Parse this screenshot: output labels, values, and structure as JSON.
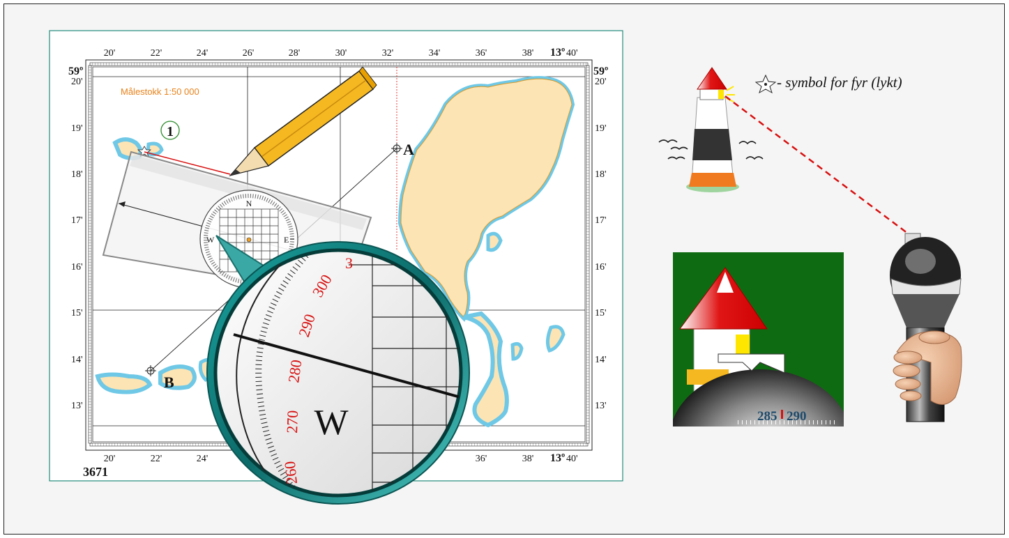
{
  "map": {
    "top_lon_labels": [
      "20'",
      "22'",
      "24'",
      "26'",
      "28'",
      "30'",
      "32'",
      "34'",
      "36'",
      "38'"
    ],
    "bottom_lon_labels": [
      "20'",
      "22'",
      "24'",
      "36'",
      "38'"
    ],
    "corner_lon_deg": "13º",
    "corner_lon_min": "40'",
    "lat_deg": "59º",
    "lat_min_top": "20'",
    "lat_labels": [
      "19'",
      "18'",
      "17'",
      "16'",
      "15'",
      "14'",
      "13'"
    ],
    "chart_number": "3671",
    "scale_label": "Målestokk 1:50 000",
    "marker_number": "1",
    "point_a": "A",
    "point_b": "B",
    "compass_n": "N",
    "compass_w": "W",
    "compass_e": "E"
  },
  "magnifier": {
    "bearings": [
      "300",
      "290",
      "280",
      "270",
      "260"
    ],
    "top_partial": "3",
    "direction": "W"
  },
  "legend": {
    "caption": "- symbol for fyr (lykt)"
  },
  "sighting": {
    "reading_main": "285",
    "reading_next": "290"
  },
  "colors": {
    "land": "#fde4b4",
    "shoal": "#6ec8e6",
    "map_frame": "#208a7a",
    "bearing_red": "#d81010",
    "sighting_bg": "#0f6b12"
  }
}
